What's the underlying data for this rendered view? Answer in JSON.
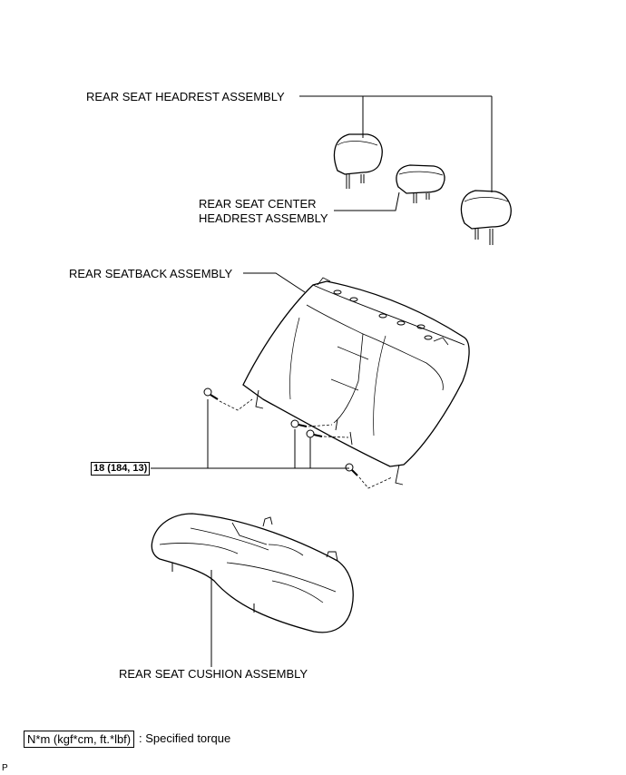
{
  "labels": {
    "headrest": "REAR SEAT HEADREST ASSEMBLY",
    "center_headrest_line1": "REAR SEAT CENTER",
    "center_headrest_line2": "HEADREST ASSEMBLY",
    "seatback": "REAR SEATBACK ASSEMBLY",
    "cushion": "REAR SEAT CUSHION ASSEMBLY"
  },
  "torque": {
    "value": "18 (184, 13)"
  },
  "legend": {
    "unit_box": "N*m (kgf*cm, ft.*lbf)",
    "description": ": Specified torque"
  },
  "figure_code": "P"
}
